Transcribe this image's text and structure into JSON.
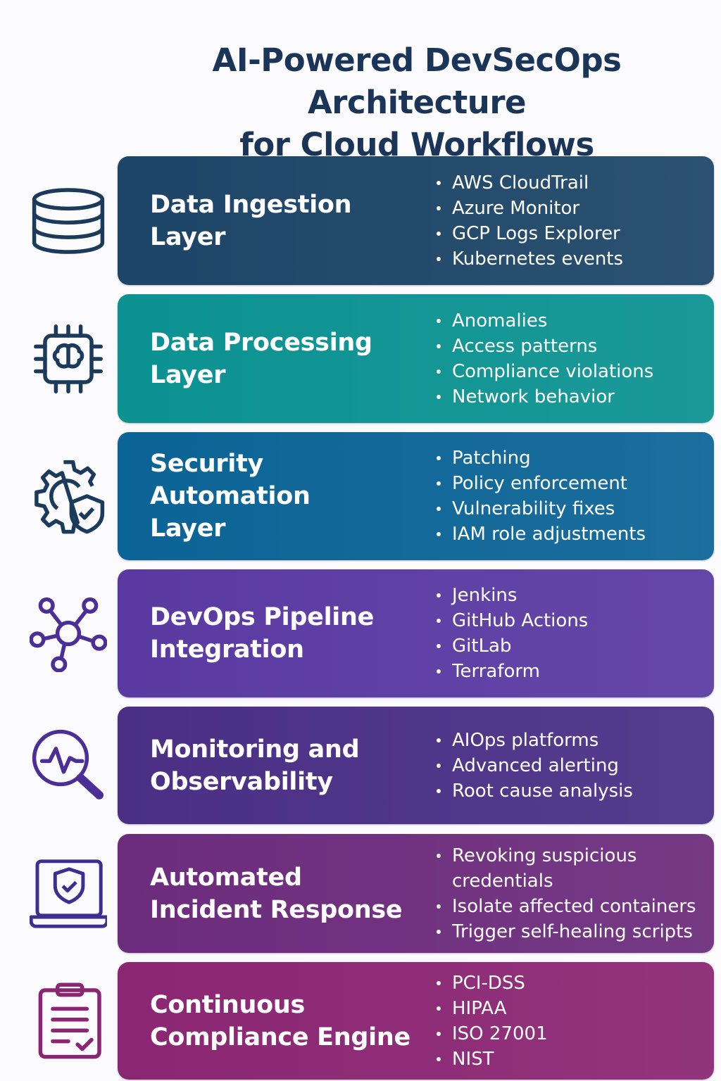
{
  "title": {
    "line1": "AI-Powered DevSecOps Architecture",
    "line2": "for Cloud Workflows"
  },
  "layers": [
    {
      "id": "data-ingestion",
      "icon": "database-icon",
      "icon_color": "#1b3a5c",
      "color": "#1d4567",
      "heading": [
        "Data Ingestion",
        "Layer"
      ],
      "items": [
        "AWS CloudTrail",
        "Azure Monitor",
        "GCP Logs Explorer",
        "Kubernetes events"
      ]
    },
    {
      "id": "data-processing",
      "icon": "ai-chip-icon",
      "icon_color": "#1b3a5c",
      "color": "#0b9291",
      "heading": [
        "Data Processing",
        "Layer"
      ],
      "items": [
        "Anomalies",
        "Access patterns",
        "Compliance violations",
        "Network behavior"
      ]
    },
    {
      "id": "security-automation",
      "icon": "gear-shield-icon",
      "icon_color": "#1b3a5c",
      "color": "#0b6496",
      "heading": [
        "Security Automation",
        "Layer"
      ],
      "items": [
        "Patching",
        "Policy enforcement",
        "Vulnerability fixes",
        "IAM role adjustments"
      ]
    },
    {
      "id": "devops-pipeline",
      "icon": "network-hub-icon",
      "icon_color": "#4b2f96",
      "color": "#5a3aa2",
      "heading": [
        "DevOps Pipeline",
        "Integration"
      ],
      "items": [
        "Jenkins",
        "GitHub Actions",
        "GitLab",
        "Terraform"
      ]
    },
    {
      "id": "monitoring",
      "icon": "magnifier-pulse-icon",
      "icon_color": "#4b2f96",
      "color": "#4a2f85",
      "heading": [
        "Monitoring and",
        "Observability"
      ],
      "items": [
        "AIOps platforms",
        "Advanced alerting",
        "Root cause analysis"
      ]
    },
    {
      "id": "incident-response",
      "icon": "laptop-shield-icon",
      "icon_color": "#3b2f92",
      "color": "#6c2c7c",
      "heading": [
        "Automated",
        "Incident Response"
      ],
      "items": [
        "Revoking suspicious credentials",
        "Isolate affected containers",
        "Trigger self-healing scripts"
      ]
    },
    {
      "id": "compliance",
      "icon": "clipboard-check-icon",
      "icon_color": "#8a2672",
      "color": "#8b2673",
      "heading": [
        "Continuous",
        "Compliance Engine"
      ],
      "items": [
        "PCI-DSS",
        "HIPAA",
        "ISO 27001",
        "NIST"
      ]
    }
  ]
}
